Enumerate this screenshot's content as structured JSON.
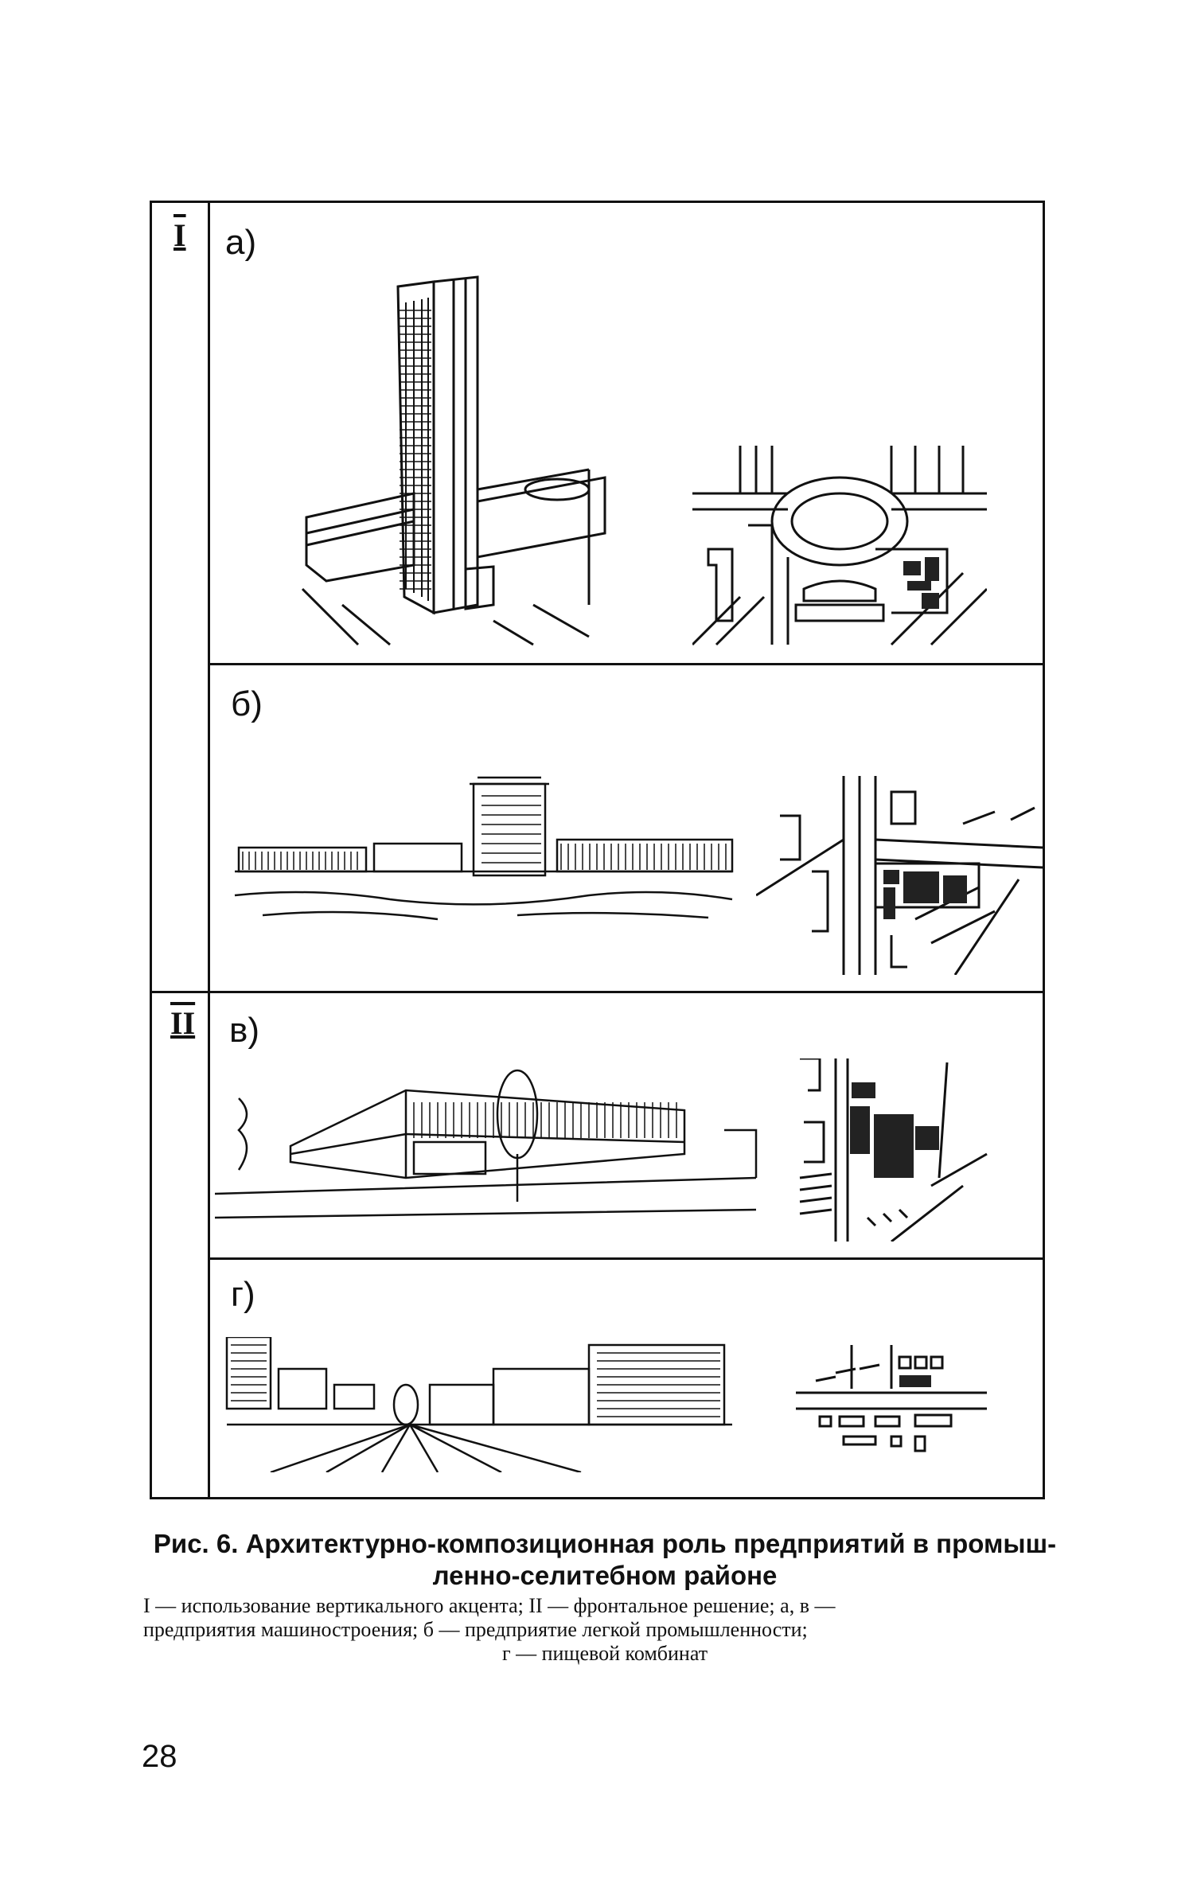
{
  "figure": {
    "groups": [
      {
        "roman": "I"
      },
      {
        "roman": "II"
      }
    ],
    "panels": [
      {
        "label": "а)"
      },
      {
        "label": "б)"
      },
      {
        "label": "в)"
      },
      {
        "label": "г)"
      }
    ]
  },
  "caption": {
    "title": "Рис. 6. Архитектурно-композиционная роль предприятий в промышленно-селитебном районе",
    "title_line1": "Рис. 6. Архитектурно-композиционная роль предприятий в промыш-",
    "title_line2": "ленно-селитебном районе",
    "body_line1": "I — использование вертикального акцента; II — фронтальное решение; а, в —",
    "body_line2": "предприятия машиностроения; б — предприятие легкой промышленности;",
    "body_line3": "г — пищевой комбинат"
  },
  "page_number": "28"
}
